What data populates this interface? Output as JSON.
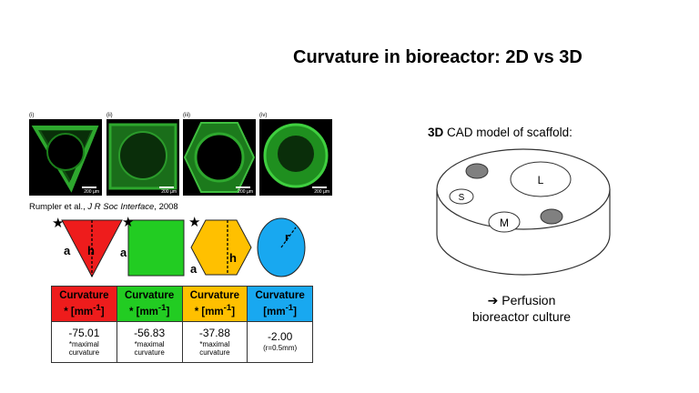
{
  "title": "Curvature in bioreactor: 2D vs 3D",
  "micrographs": [
    {
      "label": "(i)",
      "scale": "200 µm"
    },
    {
      "label": "(ii)",
      "scale": "200 µm"
    },
    {
      "label": "(iii)",
      "scale": "200 µm"
    },
    {
      "label": "(iv)",
      "scale": "200 µm"
    }
  ],
  "citation": {
    "authors": "Rumpler et al., ",
    "journal": "J R Soc Interface",
    "year": ", 2008"
  },
  "shapes": {
    "star": "★",
    "labels": {
      "tri_a": "a",
      "tri_h": "h",
      "sq_a": "a",
      "hex_a": "a",
      "hex_h": "h",
      "circ_r": "r"
    },
    "colors": {
      "red": "#ee1c1c",
      "green": "#22cc22",
      "orange": "#ffc000",
      "blue": "#18a8f0"
    }
  },
  "table": {
    "headers": [
      {
        "line1": "Curvature",
        "line2": "* [mm",
        "sup": "-1",
        "tail": "]"
      },
      {
        "line1": "Curvature",
        "line2": "* [mm",
        "sup": "-1",
        "tail": "]"
      },
      {
        "line1": "Curvature",
        "line2": "* [mm",
        "sup": "-1",
        "tail": "]"
      },
      {
        "line1": "Curvature",
        "line2": "[mm",
        "sup": "-1",
        "tail": "]"
      }
    ],
    "cells": [
      {
        "value": "-75.01",
        "note1": "*maximal",
        "note2": "curvature"
      },
      {
        "value": "-56.83",
        "note1": "*maximal",
        "note2": "curvature"
      },
      {
        "value": "-37.88",
        "note1": "*maximal",
        "note2": "curvature"
      },
      {
        "value": "-2.00",
        "note1": "(r=0.5mm)",
        "note2": ""
      }
    ]
  },
  "cad": {
    "title_bold": "3D",
    "title_rest": " CAD model of scaffold:",
    "labels": {
      "large": "L",
      "small": "S",
      "medium": "M"
    }
  },
  "caption": {
    "arrow": "➔",
    "line1": " Perfusion",
    "line2": "bioreactor culture"
  }
}
